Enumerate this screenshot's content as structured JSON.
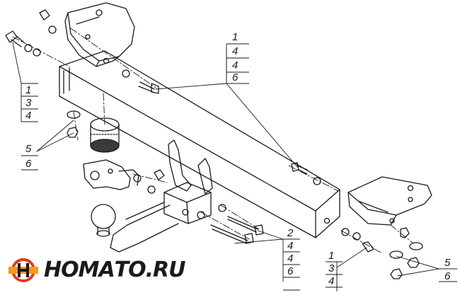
{
  "callouts": {
    "top_right": [
      "1",
      "4",
      "4",
      "6"
    ],
    "left_bolt": [
      "1",
      "3",
      "4"
    ],
    "left_nut": [
      "5",
      "6"
    ],
    "bottom_center": [
      "2",
      "4",
      "4",
      "6"
    ],
    "bottom_right_bolt": [
      "1",
      "3",
      "4"
    ],
    "bottom_right_nut": [
      "5",
      "6"
    ]
  },
  "watermark": {
    "text": "НОМАТО.RU"
  },
  "colors": {
    "line": "#1a1a1a",
    "watermark_red": "#e03a1e",
    "watermark_orange": "#f59a1b"
  }
}
